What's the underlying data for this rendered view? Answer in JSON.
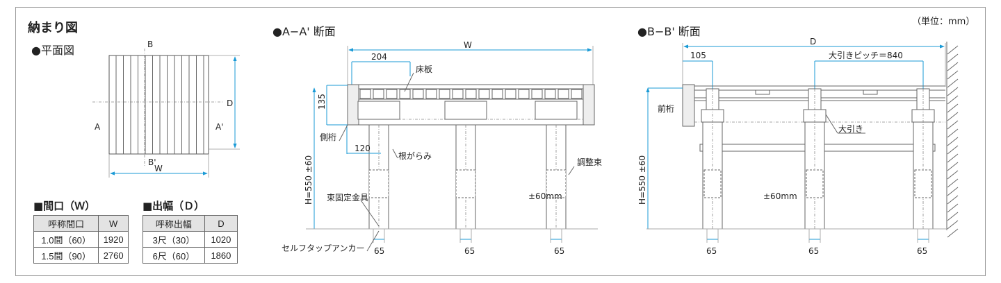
{
  "title": "納まり図",
  "unit": "（単位：mm）",
  "plan": {
    "title": "●平面図",
    "labels": {
      "a": "A",
      "a2": "A'",
      "b": "B",
      "b2": "B'",
      "w": "W",
      "d": "D"
    }
  },
  "width_table": {
    "title": "■間口（Ｗ）",
    "headers": [
      "呼称間口",
      "W"
    ],
    "rows": [
      [
        "1.0間（60）",
        "1920"
      ],
      [
        "1.5間（90）",
        "2760"
      ]
    ]
  },
  "depth_table": {
    "title": "■出幅（Ｄ）",
    "headers": [
      "呼称出幅",
      "D"
    ],
    "rows": [
      [
        "3尺（30）",
        "1020"
      ],
      [
        "6尺（60）",
        "1860"
      ]
    ]
  },
  "section_a": {
    "title": "●A−A' 断面",
    "dims": {
      "w": "W",
      "d204": "204",
      "d135": "135",
      "d120": "120",
      "height": "H=550 ±60",
      "adj": "±60mm",
      "leg1": "65",
      "leg2": "65",
      "leg3": "65"
    },
    "callouts": {
      "floor": "床板",
      "side_beam": "側桁",
      "brace": "根がらみ",
      "adjust_post": "調整束",
      "bracket": "束固定金具",
      "anchor": "セルフタップアンカー"
    }
  },
  "section_b": {
    "title": "●B−B' 断面",
    "dims": {
      "d": "D",
      "d105": "105",
      "pitch": "大引きピッチ＝840",
      "height": "H=550 ±60",
      "adj": "±60mm",
      "leg1": "65",
      "leg2": "65",
      "leg3": "65"
    },
    "callouts": {
      "front_beam": "前桁",
      "joist": "大引き"
    }
  },
  "colors": {
    "dimension": "#1a9ad6",
    "line": "#666666",
    "table_header": "#e3e3e3"
  }
}
